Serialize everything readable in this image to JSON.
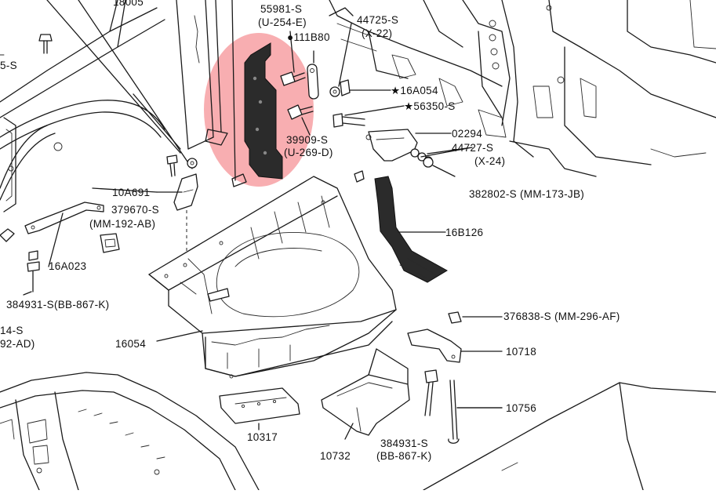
{
  "colors": {
    "highlight": "#f7a0a3",
    "ink": "#1a1a1a",
    "dark_part": "#2b2b2b",
    "background": "#ffffff"
  },
  "labels": {
    "l_5s": "5-S",
    "l_55981": "55981-S",
    "l_u254": "(U-254-E)",
    "l_111b80": "●111B80",
    "l_44725": "44725-S",
    "l_x22": "(X-22)",
    "l_16a054": "★16A054",
    "l_56350": "★56350-S",
    "l_02294": "02294",
    "l_44727": "44727-S",
    "l_x24": "(X-24)",
    "l_39909": "39909-S",
    "l_u269": "(U-269-D)",
    "l_382802": "382802-S  (MM-173-JB)",
    "l_10a691": "10A691",
    "l_379670": "379670-S",
    "l_mm192": "(MM-192-AB)",
    "l_16b126": "16B126",
    "l_16a023": "16A023",
    "l_384931a": "384931-S(BB-867-K)",
    "l_376838": "376838-S  (MM-296-AF)",
    "l_14s": "14-S",
    "l_92ad": "92-AD)",
    "l_10718": "10718",
    "l_16054": "16054",
    "l_10756": "10756",
    "l_10317": "10317",
    "l_384931b": "384931-S",
    "l_bb867b": "(BB-867-K)",
    "l_10732": "10732",
    "l_top": "18005"
  }
}
